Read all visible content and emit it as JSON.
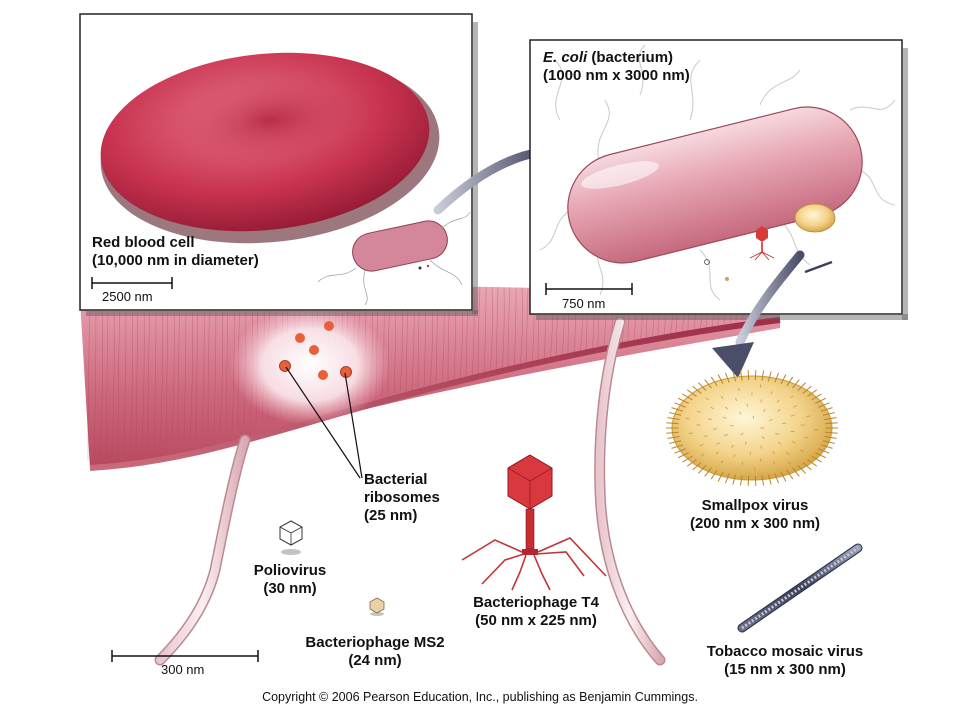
{
  "labels": {
    "red_blood_cell": {
      "line1": "Red blood cell",
      "line2": "(10,000 nm in diameter)"
    },
    "ecoli": {
      "name": "E. coli",
      "rest": " (bacterium)",
      "line2": "(1000 nm x 3000 nm)"
    },
    "ribosomes": {
      "line1": "Bacterial",
      "line2": "ribosomes",
      "line3": "(25 nm)"
    },
    "smallpox": {
      "line1": "Smallpox virus",
      "line2": "(200 nm x 300 nm)"
    },
    "poliovirus": {
      "line1": "Poliovirus",
      "line2": "(30 nm)"
    },
    "t4": {
      "line1": "Bacteriophage T4",
      "line2": "(50 nm x 225 nm)"
    },
    "ms2": {
      "line1": "Bacteriophage MS2",
      "line2": "(24 nm)"
    },
    "tmv": {
      "line1": "Tobacco mosaic virus",
      "line2": "(15 nm x 300 nm)"
    }
  },
  "scale_bars": {
    "left_panel": "2500 nm",
    "right_panel": "750 nm",
    "main": "300 nm"
  },
  "copyright": "Copyright © 2006 Pearson Education, Inc., publishing as Benjamin Cummings."
}
